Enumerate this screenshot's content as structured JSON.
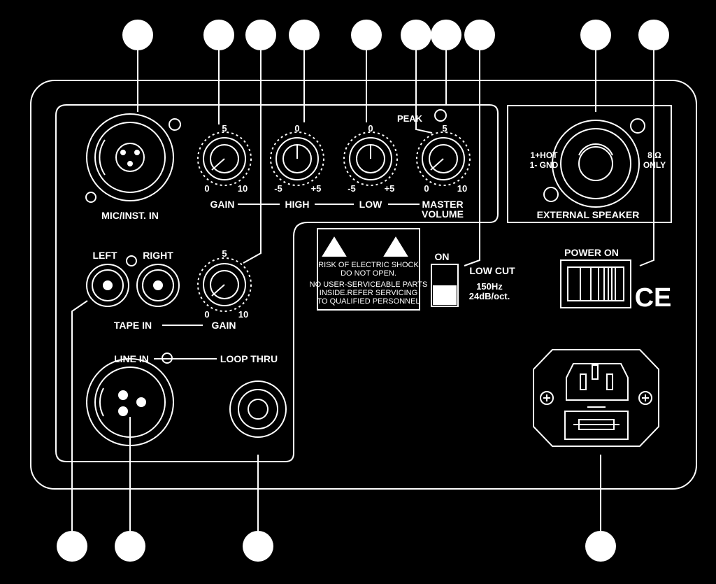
{
  "colors": {
    "background": "#000000",
    "line": "#ffffff"
  },
  "panel": {
    "mic_inst_in": "MIC/INST. IN",
    "gain": {
      "label": "GAIN",
      "min": "0",
      "mid": "5",
      "max": "10"
    },
    "high": {
      "label": "HIGH",
      "min": "-5",
      "mid": "0",
      "max": "+5"
    },
    "low": {
      "label": "LOW",
      "min": "-5",
      "mid": "0",
      "max": "+5"
    },
    "master": {
      "label1": "MASTER",
      "label2": "VOLUME",
      "min": "0",
      "mid": "5",
      "max": "10"
    },
    "peak": "PEAK",
    "external_speaker": {
      "label": "EXTERNAL SPEAKER",
      "hot": "1+HOT",
      "gnd": "1- GND",
      "ohm": "8 Ω",
      "only": "ONLY"
    },
    "warning": {
      "line1": "RISK OF ELECTRIC SHOCK",
      "line2": "DO NOT OPEN.",
      "line3": "NO USER-SERVICEABLE PARTS",
      "line4": "INSIDE.REFER SERVICING",
      "line5": "TO QUALIFIED PERSONNEL"
    },
    "low_cut": {
      "on": "ON",
      "label": "LOW CUT",
      "freq": "150Hz",
      "slope": "24dB/oct."
    },
    "power": {
      "label": "POWER ON"
    },
    "ce_mark": "CE",
    "tape_in": {
      "left": "LEFT",
      "right": "RIGHT",
      "label": "TAPE IN"
    },
    "tape_gain": {
      "label": "GAIN",
      "min": "0",
      "mid": "5",
      "max": "10"
    },
    "line_in": "LINE IN",
    "loop_thru": "LOOP THRU"
  }
}
